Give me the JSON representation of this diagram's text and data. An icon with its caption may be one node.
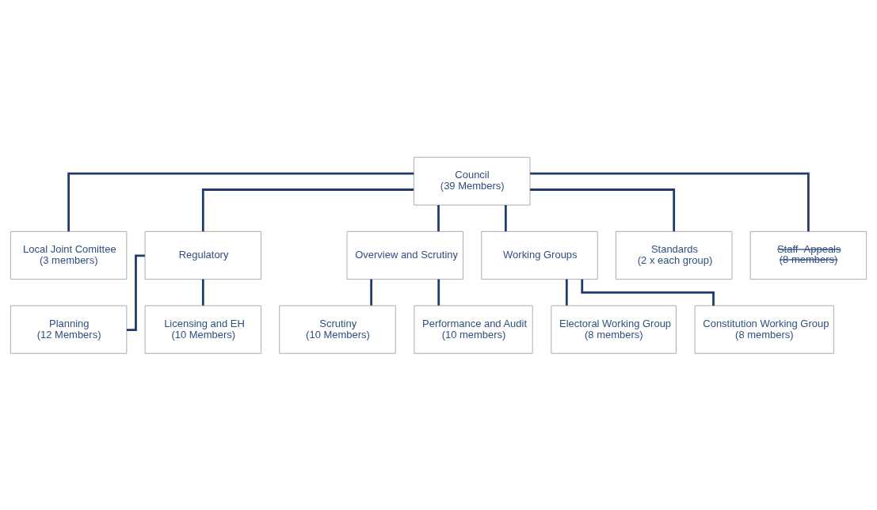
{
  "diagram": {
    "nodes": [
      {
        "text": [
          "Council",
          "(39 Members)"
        ]
      },
      {
        "text": [
          "Local Joint Comittee",
          "(3 members)"
        ]
      },
      {
        "text": [
          "Regulatory"
        ]
      },
      {
        "text": [
          "Overview and Scrutiny"
        ]
      },
      {
        "text": [
          "Working Groups"
        ]
      },
      {
        "text": [
          "Standards",
          "(2 x each group)"
        ]
      },
      {
        "text": [
          "Staff  Appeals",
          "(8 members)"
        ]
      },
      {
        "text": [
          "Planning",
          "(12 Members)"
        ]
      },
      {
        "text": [
          "Licensing and EH",
          "(10 Members)"
        ]
      },
      {
        "text": [
          "Scrutiny",
          "(10 Members)"
        ]
      },
      {
        "text": [
          "Performance and Audit",
          "(10 members)"
        ]
      },
      {
        "text": [
          "Electoral Working Group",
          "(8 members)"
        ]
      },
      {
        "text": [
          "Constitution Working Group",
          "(8 members)"
        ]
      }
    ],
    "edges": [
      {
        "from": 0,
        "to": 1,
        "arrow": "none"
      },
      {
        "from": 0,
        "to": 2,
        "arrow": "none"
      },
      {
        "from": 0,
        "to": 3,
        "arrow": "none"
      },
      {
        "from": 0,
        "to": 4,
        "arrow": "none"
      },
      {
        "from": 0,
        "to": 5,
        "arrow": "none"
      },
      {
        "from": 0,
        "to": 6,
        "arrow": "none"
      },
      {
        "from": 2,
        "to": 7,
        "arrow": "none"
      },
      {
        "from": 2,
        "to": 8,
        "arrow": "none"
      },
      {
        "from": 3,
        "to": 9,
        "arrow": "none"
      },
      {
        "from": 3,
        "to": 10,
        "arrow": "none"
      },
      {
        "from": 4,
        "to": 11,
        "arrow": "none"
      },
      {
        "from": 4,
        "to": 12,
        "arrow": "none"
      }
    ]
  }
}
